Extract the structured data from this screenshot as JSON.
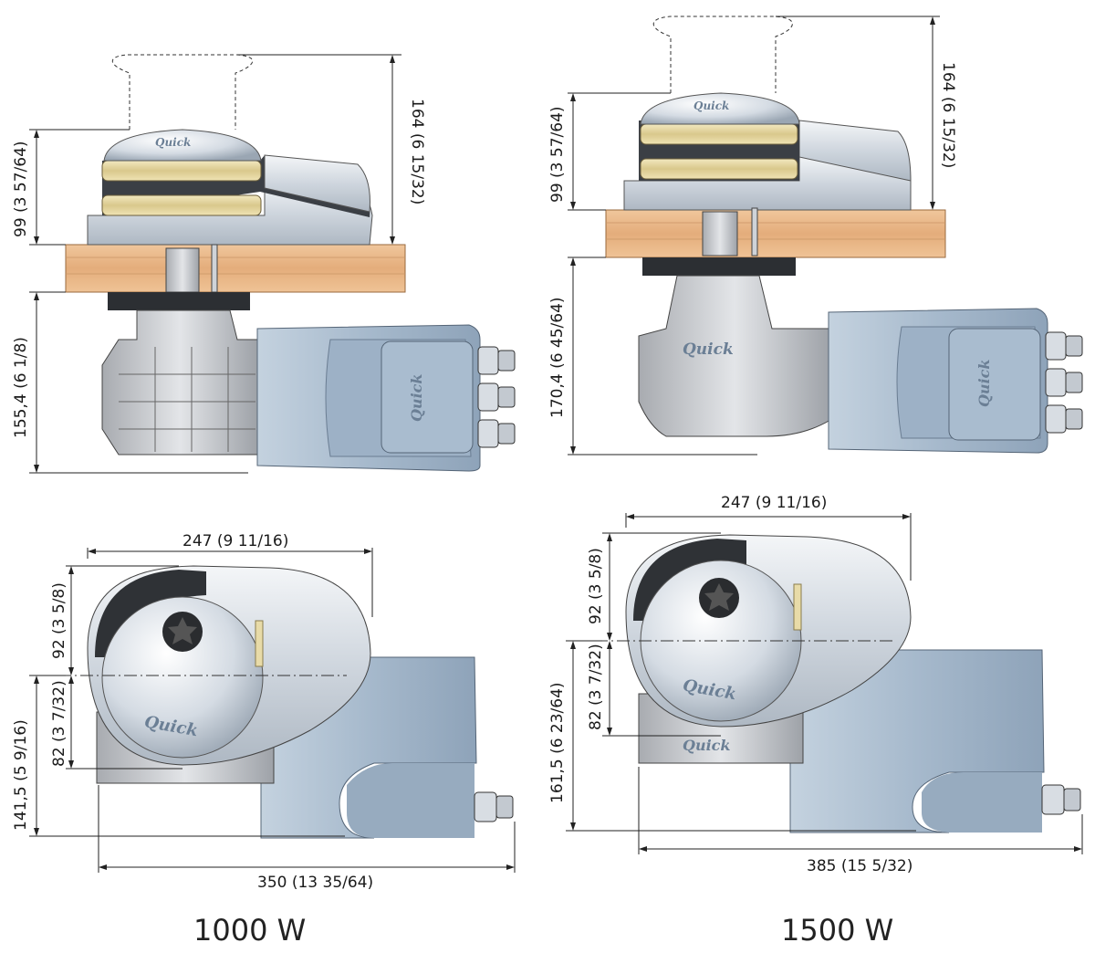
{
  "panel_1000": {
    "caption": "1000 W",
    "front": {
      "dim_top": "99 (3 57/64)",
      "dim_total": "164 (6 15/32)",
      "dim_below": "155,4 (6 1/8)"
    },
    "plan": {
      "dim_width": "247 (9 11/16)",
      "dim_upper": "92 (3 5/8)",
      "dim_lower": "82 (3 7/32)",
      "dim_depth": "141,5 (5 9/16)",
      "dim_length": "350 (13 35/64)"
    }
  },
  "panel_1500": {
    "caption": "1500 W",
    "front": {
      "dim_top": "99 (3 57/64)",
      "dim_total": "164 (6 15/32)",
      "dim_below": "170,4 (6 45/64)"
    },
    "plan": {
      "dim_width": "247 (9 11/16)",
      "dim_upper": "92 (3 5/8)",
      "dim_lower": "82 (3 7/32)",
      "dim_depth": "161,5 (6 23/64)",
      "dim_length": "385 (15 5/32)"
    }
  },
  "logo_text": "Quick",
  "colors": {
    "wood": "#e9b98a",
    "motor": "#a9bccf",
    "motor_dark": "#8ea3b9",
    "chrome": "#dfe4ea",
    "gypsy_gold": "#e8dba8",
    "housing_dark": "#3b3f45"
  }
}
